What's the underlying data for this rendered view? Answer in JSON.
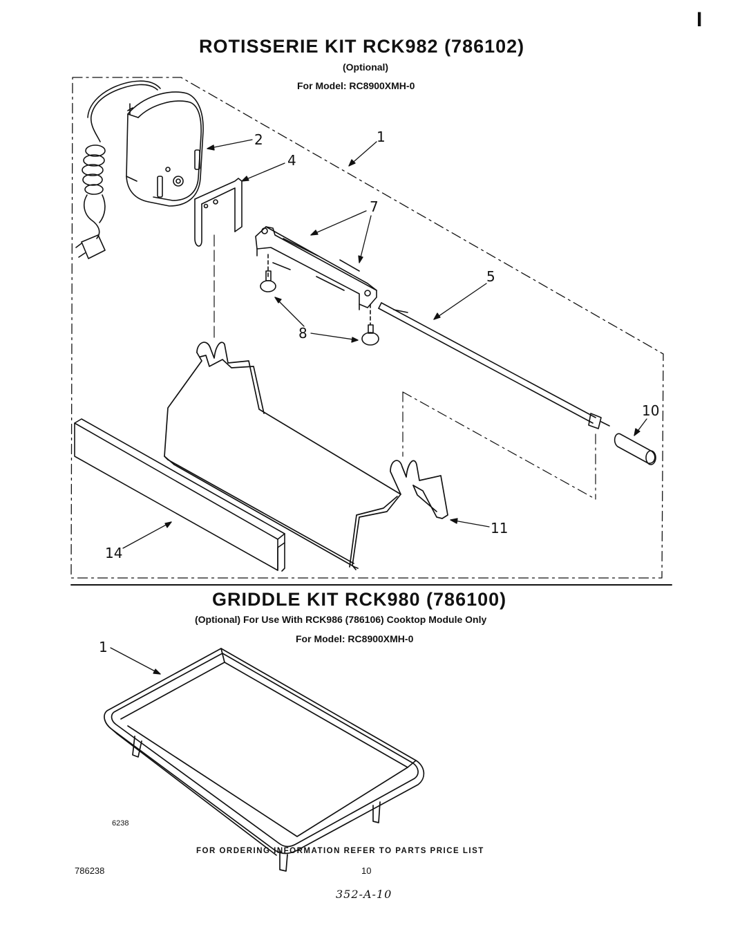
{
  "rotisserie": {
    "title": "ROTISSERIE KIT  RCK982 (786102)",
    "optional": "(Optional)",
    "model": "For Model: RC8900XMH-0",
    "callouts": [
      "1",
      "2",
      "4",
      "7",
      "5",
      "8",
      "10",
      "11",
      "14"
    ]
  },
  "griddle": {
    "title": "GRIDDLE KIT RCK980 (786100)",
    "optional_note": "(Optional) For Use With RCK986 (786106) Cooktop Module Only",
    "model": "For Model: RC8900XMH-0",
    "callouts": [
      "1"
    ]
  },
  "footer": {
    "image_code": "6238",
    "ordering_info": "FOR ORDERING INFORMATION REFER TO PARTS PRICE LIST",
    "doc_number": "786238",
    "page_number": "10",
    "handwritten": "352-A-10",
    "corner_mark": "I"
  }
}
